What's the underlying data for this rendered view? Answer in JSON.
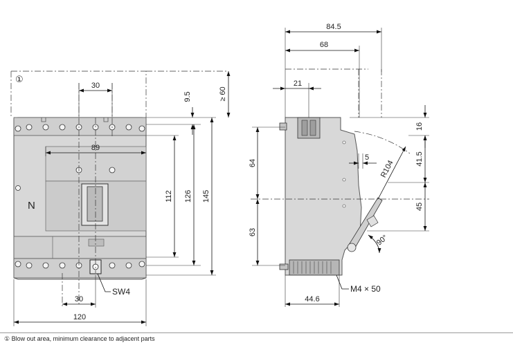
{
  "front_view": {
    "dim_30_top": "30",
    "dim_89": "89",
    "dim_9_5": "9.5",
    "dim_ge_60": "≥ 60",
    "dim_112": "112",
    "dim_126": "126",
    "dim_145": "145",
    "dim_30_bottom": "30",
    "dim_120": "120",
    "label_n": "N",
    "label_sw4": "SW4",
    "marker_1": "①"
  },
  "side_view": {
    "dim_84_5": "84.5",
    "dim_68": "68",
    "dim_21": "21",
    "dim_64": "64",
    "dim_63": "63",
    "dim_5": "5",
    "dim_r104": "R104",
    "dim_16": "16",
    "dim_41_5": "41.5",
    "dim_45": "45",
    "dim_90": "90°",
    "dim_44_6": "44.6",
    "label_m4": "M4 × 50"
  },
  "footnote": "① Blow out area, minimum clearance to adjacent parts"
}
